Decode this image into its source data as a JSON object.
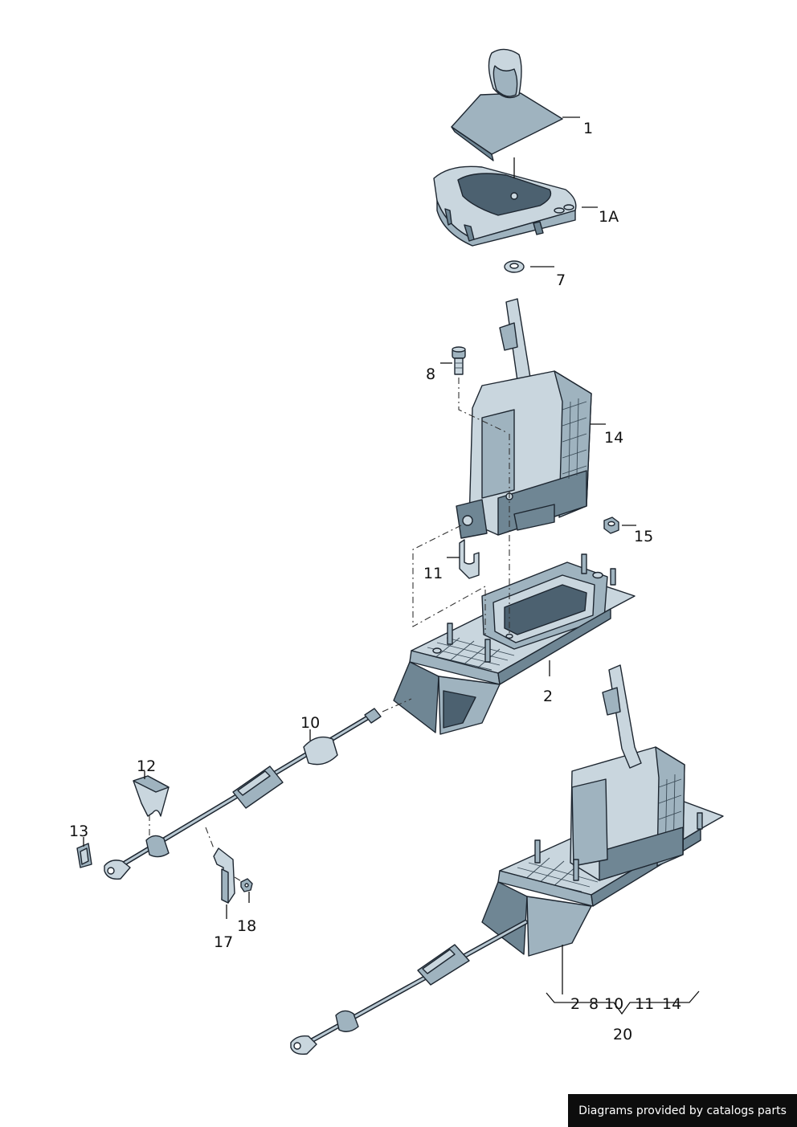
{
  "callouts": {
    "c1": "1",
    "c1a": "1A",
    "c7": "7",
    "c8": "8",
    "c14": "14",
    "c15": "15",
    "c11": "11",
    "c2": "2",
    "c10": "10",
    "c12": "12",
    "c13": "13",
    "c17": "17",
    "c18": "18",
    "c20": "20",
    "group": [
      "2",
      "8",
      "10",
      "11",
      "14"
    ]
  },
  "footer": {
    "text": "Diagrams provided by catalogs parts"
  },
  "colors": {
    "part_light": "#c9d6de",
    "part_mid": "#9fb3bf",
    "part_dark": "#6f8694",
    "outline": "#1d2630",
    "footer_bg": "#0d0d0d"
  }
}
